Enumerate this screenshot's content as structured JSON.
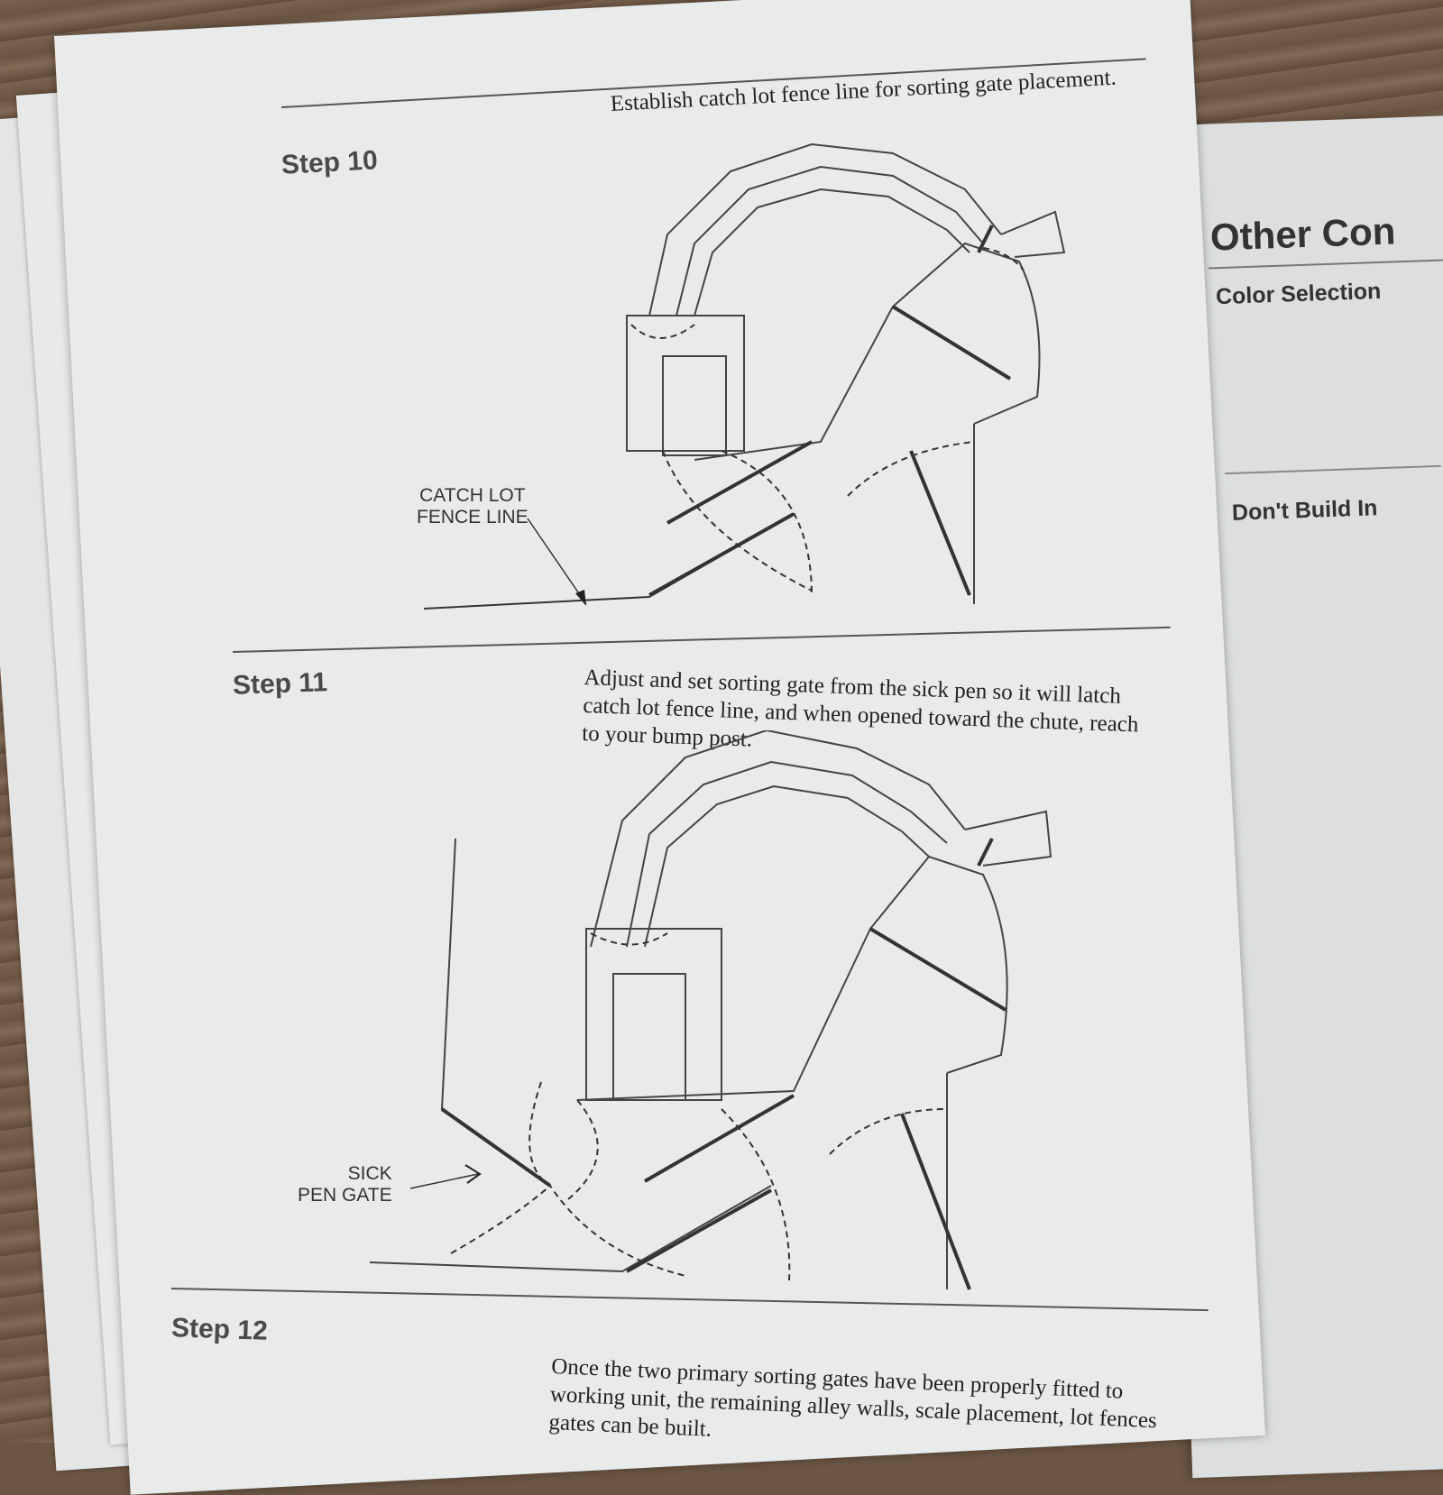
{
  "left_page": {
    "step10": {
      "label": "Step 10",
      "caption": "Establish catch lot fence line for sorting gate placement.",
      "callout_line1": "CATCH LOT",
      "callout_line2": "FENCE LINE"
    },
    "step11": {
      "label": "Step 11",
      "caption_line1": "Adjust and set sorting gate from the sick pen so it will latch",
      "caption_line2": "catch lot fence line, and when opened toward the chute, reach",
      "caption_line3": "to your bump post.",
      "callout_line1": "SICK",
      "callout_line2": "PEN GATE"
    },
    "step12": {
      "label": "Step 12",
      "caption_line1": "Once the two primary sorting gates have been properly fitted to",
      "caption_line2": "working unit, the remaining alley walls, scale placement, lot fences",
      "caption_line3": "gates can be built."
    }
  },
  "right_page": {
    "heading": "Other Con",
    "subheading1": "Color Selection",
    "subheading2": "Don't Build In"
  }
}
